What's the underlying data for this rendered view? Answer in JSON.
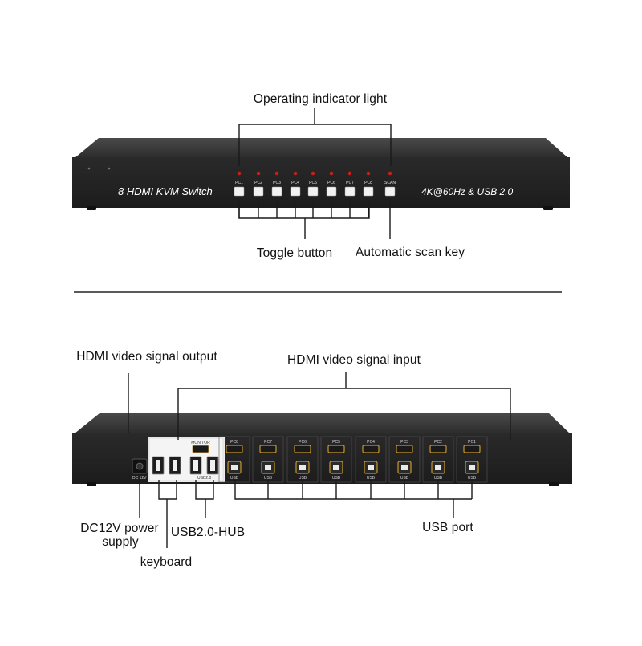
{
  "front_panel": {
    "model_text": "8 HDMI KVM Switch",
    "spec_text": "4K@60Hz & USB 2.0",
    "buttons": [
      "PC1",
      "PC2",
      "PC3",
      "PC4",
      "PC5",
      "PC6",
      "PC7",
      "PC8",
      "SCAN"
    ],
    "callouts": {
      "indicator": "Operating indicator light",
      "toggle": "Toggle button",
      "scan": "Automatic scan key"
    }
  },
  "rear_panel": {
    "monitor_label": "MONITOR",
    "dc_label": "DC 12V",
    "usb_hub_label": "USB2.0",
    "usb_label": "USB",
    "pc_ports": [
      "PC8",
      "PC7",
      "PC6",
      "PC5",
      "PC4",
      "PC3",
      "PC2",
      "PC1"
    ],
    "callouts": {
      "hdmi_out": "HDMI video signal output",
      "hdmi_in": "HDMI video signal input",
      "power_line1": "DC12V power",
      "power_line2": "supply",
      "hub": "USB2.0-HUB",
      "keyboard": "keyboard",
      "usb_port": "USB port"
    }
  },
  "colors": {
    "chassis": "#262626",
    "chassis_top": "#3a3a3a",
    "indicator_led": "#c81e1e",
    "hdmi_port": "#c8962a",
    "plate": "#f0f0f0"
  }
}
